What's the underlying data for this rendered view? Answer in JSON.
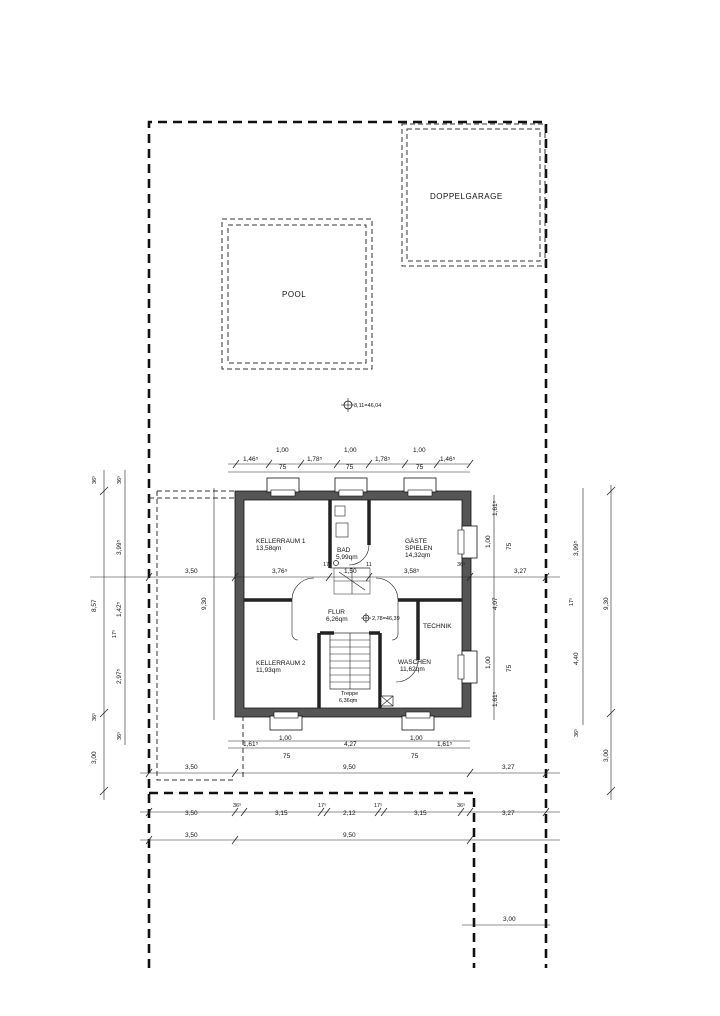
{
  "labels": {
    "doppelgarage": "DOPPELGARAGE",
    "pool": "POOL",
    "level_outside": "3,11=46,04",
    "keller1_name": "KELLERRAUM 1",
    "keller1_area": "13,58qm",
    "bad_name": "BAD",
    "bad_area": "5,99qm",
    "gaeste_name1": "GÄSTE",
    "gaeste_name2": "SPIELEN",
    "gaeste_area": "14,32qm",
    "flur_name": "FLUR",
    "flur_area": "6,26qm",
    "level_inside": "2,78=46,39",
    "technik": "TECHNIK",
    "keller2_name": "KELLERRAUM 2",
    "keller2_area": "11,93qm",
    "waschen_name": "WASCHEN",
    "waschen_area": "11,62qm",
    "treppe_name": "Treppe",
    "treppe_area": "6,36qm"
  },
  "dims": {
    "top_row1": [
      "1,00",
      "1,00",
      "1,00"
    ],
    "top_row2": [
      "1,46⁵",
      "75",
      "1,78⁵",
      "75",
      "1,78⁵",
      "75",
      "1,46⁵"
    ],
    "room_row": [
      "3,50",
      "3,76⁵",
      "17⁵",
      "1,50",
      "11",
      "3,58⁵",
      "36⁵",
      "3,27"
    ],
    "bottom_row1": [
      "1,61⁵",
      "1,00",
      "4,27",
      "1,00",
      "1,61⁵"
    ],
    "bottom_row2": [
      "75",
      "75"
    ],
    "bottom_row3": [
      "3,50",
      "9,50",
      "3,27"
    ],
    "lower_row1": [
      "3,50",
      "36⁵",
      "3,15",
      "17⁵",
      "2,12",
      "17⁵",
      "3,15",
      "36⁵",
      "3,27"
    ],
    "lower_row2": [
      "3,50",
      "9,50"
    ],
    "lower_right": "3,00",
    "left_vert": [
      "36⁵",
      "36⁵",
      "3,99⁵",
      "8,57",
      "17⁵",
      "1,42⁵",
      "2,97⁵",
      "36⁵",
      "36⁵",
      "3,00"
    ],
    "left_inner": "9,30",
    "right_vert_inner": [
      "1,61⁵",
      "1,00",
      "75",
      "4,07",
      "1,00",
      "75",
      "1,61⁵"
    ],
    "right_vert_outer": [
      "3,99⁵",
      "17⁵",
      "9,30",
      "4,40",
      "36⁵",
      "3,00"
    ]
  }
}
